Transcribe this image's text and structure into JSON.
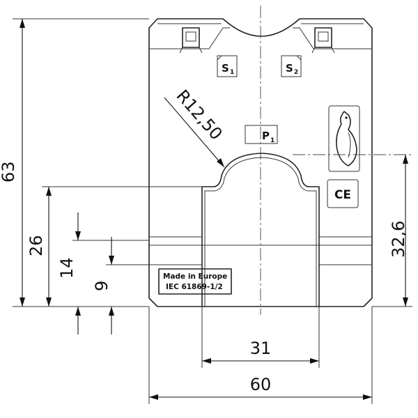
{
  "dimensions": {
    "height_total": "63",
    "height_window": "26",
    "height_14": "14",
    "height_9": "9",
    "height_right": "32,6",
    "width_window": "31",
    "width_total": "60",
    "radius": "R12,50"
  },
  "terminals": {
    "s1_letter": "S",
    "s1_sub": "1",
    "s2_letter": "S",
    "s2_sub": "2",
    "p1_letter": "P",
    "p1_sub": "1"
  },
  "marking": {
    "line1": "Made in Europe",
    "line2": "IEC 61869-1/2",
    "ce": "CE"
  },
  "icons": [
    "bird-logo-icon",
    "ce-mark-icon",
    "screw-terminal-icon"
  ],
  "colors": {
    "line": "#222222",
    "background": "#ffffff"
  }
}
